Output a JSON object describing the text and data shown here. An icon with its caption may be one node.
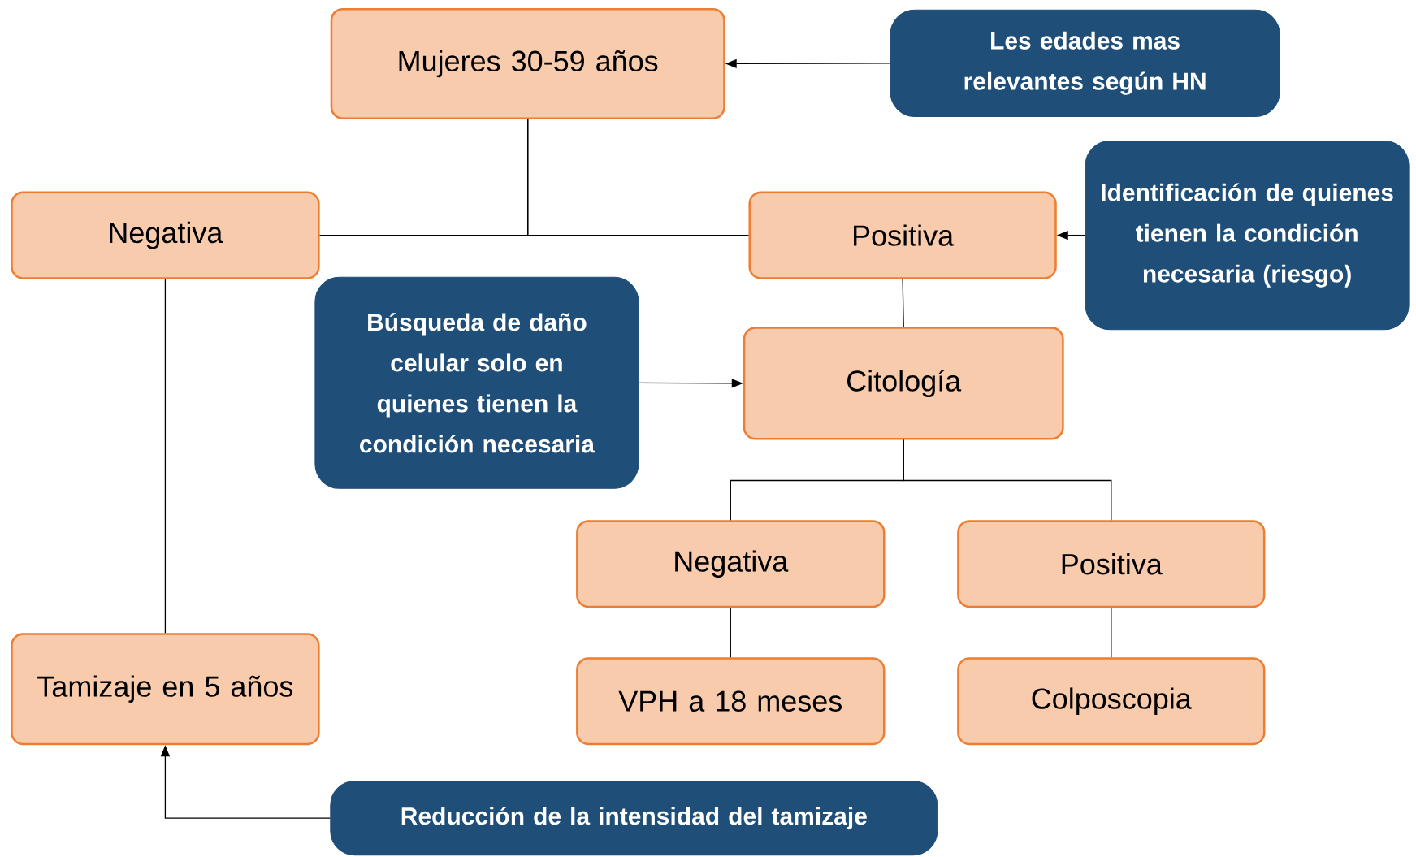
{
  "diagram": {
    "nodes": [
      {
        "text": [
          "Mujeres 30-59 años"
        ]
      },
      {
        "text": [
          "Les edades mas relevantes según HN"
        ]
      },
      {
        "text": [
          "Negativa"
        ]
      },
      {
        "text": [
          "Positiva"
        ]
      },
      {
        "text": [
          "Identificación de quienes tienen la condición necesaria (riesgo)"
        ]
      },
      {
        "text": [
          "Búsqueda de daño celular solo en quienes tienen la condición necesaria"
        ]
      },
      {
        "text": [
          "Citología"
        ]
      },
      {
        "text": [
          "Negativa"
        ]
      },
      {
        "text": [
          "Positiva"
        ]
      },
      {
        "text": [
          "VPH a 18 meses"
        ]
      },
      {
        "text": [
          "Colposcopia"
        ]
      },
      {
        "text": [
          "Tamizaje en 5 años"
        ]
      },
      {
        "text": [
          "Reducción de la intensidad del tamizaje"
        ]
      }
    ],
    "edges": [
      {
        "from": 1,
        "to": 0,
        "arrow": "to"
      },
      {
        "from": 0,
        "to": 2,
        "arrow": "none"
      },
      {
        "from": 0,
        "to": 3,
        "arrow": "none"
      },
      {
        "from": 4,
        "to": 3,
        "arrow": "to"
      },
      {
        "from": 3,
        "to": 6,
        "arrow": "none"
      },
      {
        "from": 5,
        "to": 6,
        "arrow": "to"
      },
      {
        "from": 6,
        "to": 7,
        "arrow": "none"
      },
      {
        "from": 6,
        "to": 8,
        "arrow": "none"
      },
      {
        "from": 7,
        "to": 9,
        "arrow": "none"
      },
      {
        "from": 8,
        "to": 10,
        "arrow": "none"
      },
      {
        "from": 2,
        "to": 11,
        "arrow": "none"
      },
      {
        "from": 12,
        "to": 11,
        "arrow": "to"
      }
    ]
  }
}
